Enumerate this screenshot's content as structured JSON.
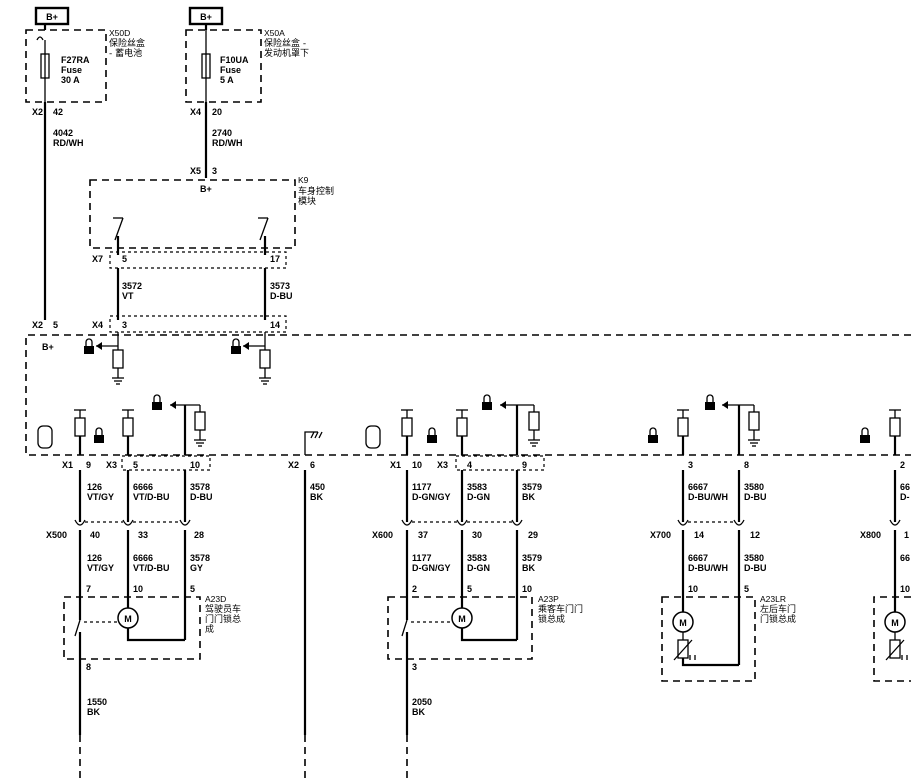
{
  "supply": [
    {
      "label": "B+",
      "fuse": [
        "F27RA",
        "Fuse",
        "30 A"
      ],
      "box_id": "X50D",
      "box_name": [
        "保险丝盒",
        "- 蓄电池"
      ],
      "conn": "X2",
      "pin": "42",
      "circuit": "4042",
      "color": "RD/WH"
    },
    {
      "label": "B+",
      "fuse": [
        "F10UA",
        "Fuse",
        "5 A"
      ],
      "box_id": "X50A",
      "box_name": [
        "保险丝盒 -",
        "发动机罩下"
      ],
      "conn": "X4",
      "pin": "20",
      "circuit": "2740",
      "color": "RD/WH"
    }
  ],
  "bcm_k9": {
    "id": "K9",
    "name": [
      "车身控制",
      "模块"
    ],
    "conn": "X5",
    "pin": "3",
    "bplus": "B+",
    "out_left": {
      "conn": "X7",
      "pin": "5",
      "circuit": "3572",
      "color": "VT"
    },
    "out_right": {
      "pin": "17",
      "circuit": "3573",
      "color": "D-BU"
    }
  },
  "bcm_x2": {
    "conn": "X2",
    "pin": "5",
    "bplus": "B+"
  },
  "bcm_x4": {
    "conn": "X4",
    "pin_left": "3",
    "pin_right": "14"
  },
  "door_groups": [
    {
      "conn_a": "X1",
      "conn_b": "X3",
      "pins": [
        "9",
        "5",
        "10"
      ],
      "circuits": [
        "126",
        "6666",
        "3578"
      ],
      "colors": [
        "VT/GY",
        "VT/D-BU",
        "D-BU"
      ],
      "inline": "X500",
      "inline_pins": [
        "40",
        "33",
        "28"
      ],
      "circuits2": [
        "126",
        "6666",
        "3578"
      ],
      "colors2": [
        "VT/GY",
        "VT/D-BU",
        "GY"
      ],
      "act_pins": [
        "7",
        "10",
        "5"
      ],
      "act_id": "A23D",
      "act_name": [
        "驾驶员车",
        "门门锁总",
        "成"
      ],
      "out_pin": "8",
      "out_circuit": "1550",
      "out_color": "BK",
      "motor": "M"
    },
    {
      "conn_a": "X1",
      "conn_b": "X3",
      "pins": [
        "10",
        "4",
        "9"
      ],
      "circuits": [
        "1177",
        "3583",
        "3579"
      ],
      "colors": [
        "D-GN/GY",
        "D-GN",
        "BK"
      ],
      "inline": "X600",
      "inline_pins": [
        "37",
        "30",
        "29"
      ],
      "circuits2": [
        "1177",
        "3583",
        "3579"
      ],
      "colors2": [
        "D-GN/GY",
        "D-GN",
        "BK"
      ],
      "act_pins": [
        "2",
        "5",
        "10"
      ],
      "act_id": "A23P",
      "act_name": [
        "乘客车门门",
        "锁总成"
      ],
      "out_pin": "3",
      "out_circuit": "2050",
      "out_color": "BK",
      "motor": "M"
    }
  ],
  "ground_x2": {
    "conn": "X2",
    "pin": "6",
    "circuit": "450",
    "color": "BK"
  },
  "rear_left": {
    "pins": [
      "3",
      "8"
    ],
    "circuits": [
      "6667",
      "3580"
    ],
    "colors": [
      "D-BU/WH",
      "D-BU"
    ],
    "inline": "X700",
    "inline_pins": [
      "14",
      "12"
    ],
    "circuits2": [
      "6667",
      "3580"
    ],
    "colors2": [
      "D-BU/WH",
      "D-BU"
    ],
    "act_pins": [
      "10",
      "5"
    ],
    "act_id": "A23LR",
    "act_name": [
      "左后车门",
      "门锁总成"
    ],
    "motor": "M"
  },
  "rear_right": {
    "pin": "2",
    "color_frag": "6​6",
    "color_frag2": "D-",
    "inline": "X800",
    "inline_pin": "1",
    "circuit2": "66",
    "pin2": "10",
    "motor": "M"
  }
}
